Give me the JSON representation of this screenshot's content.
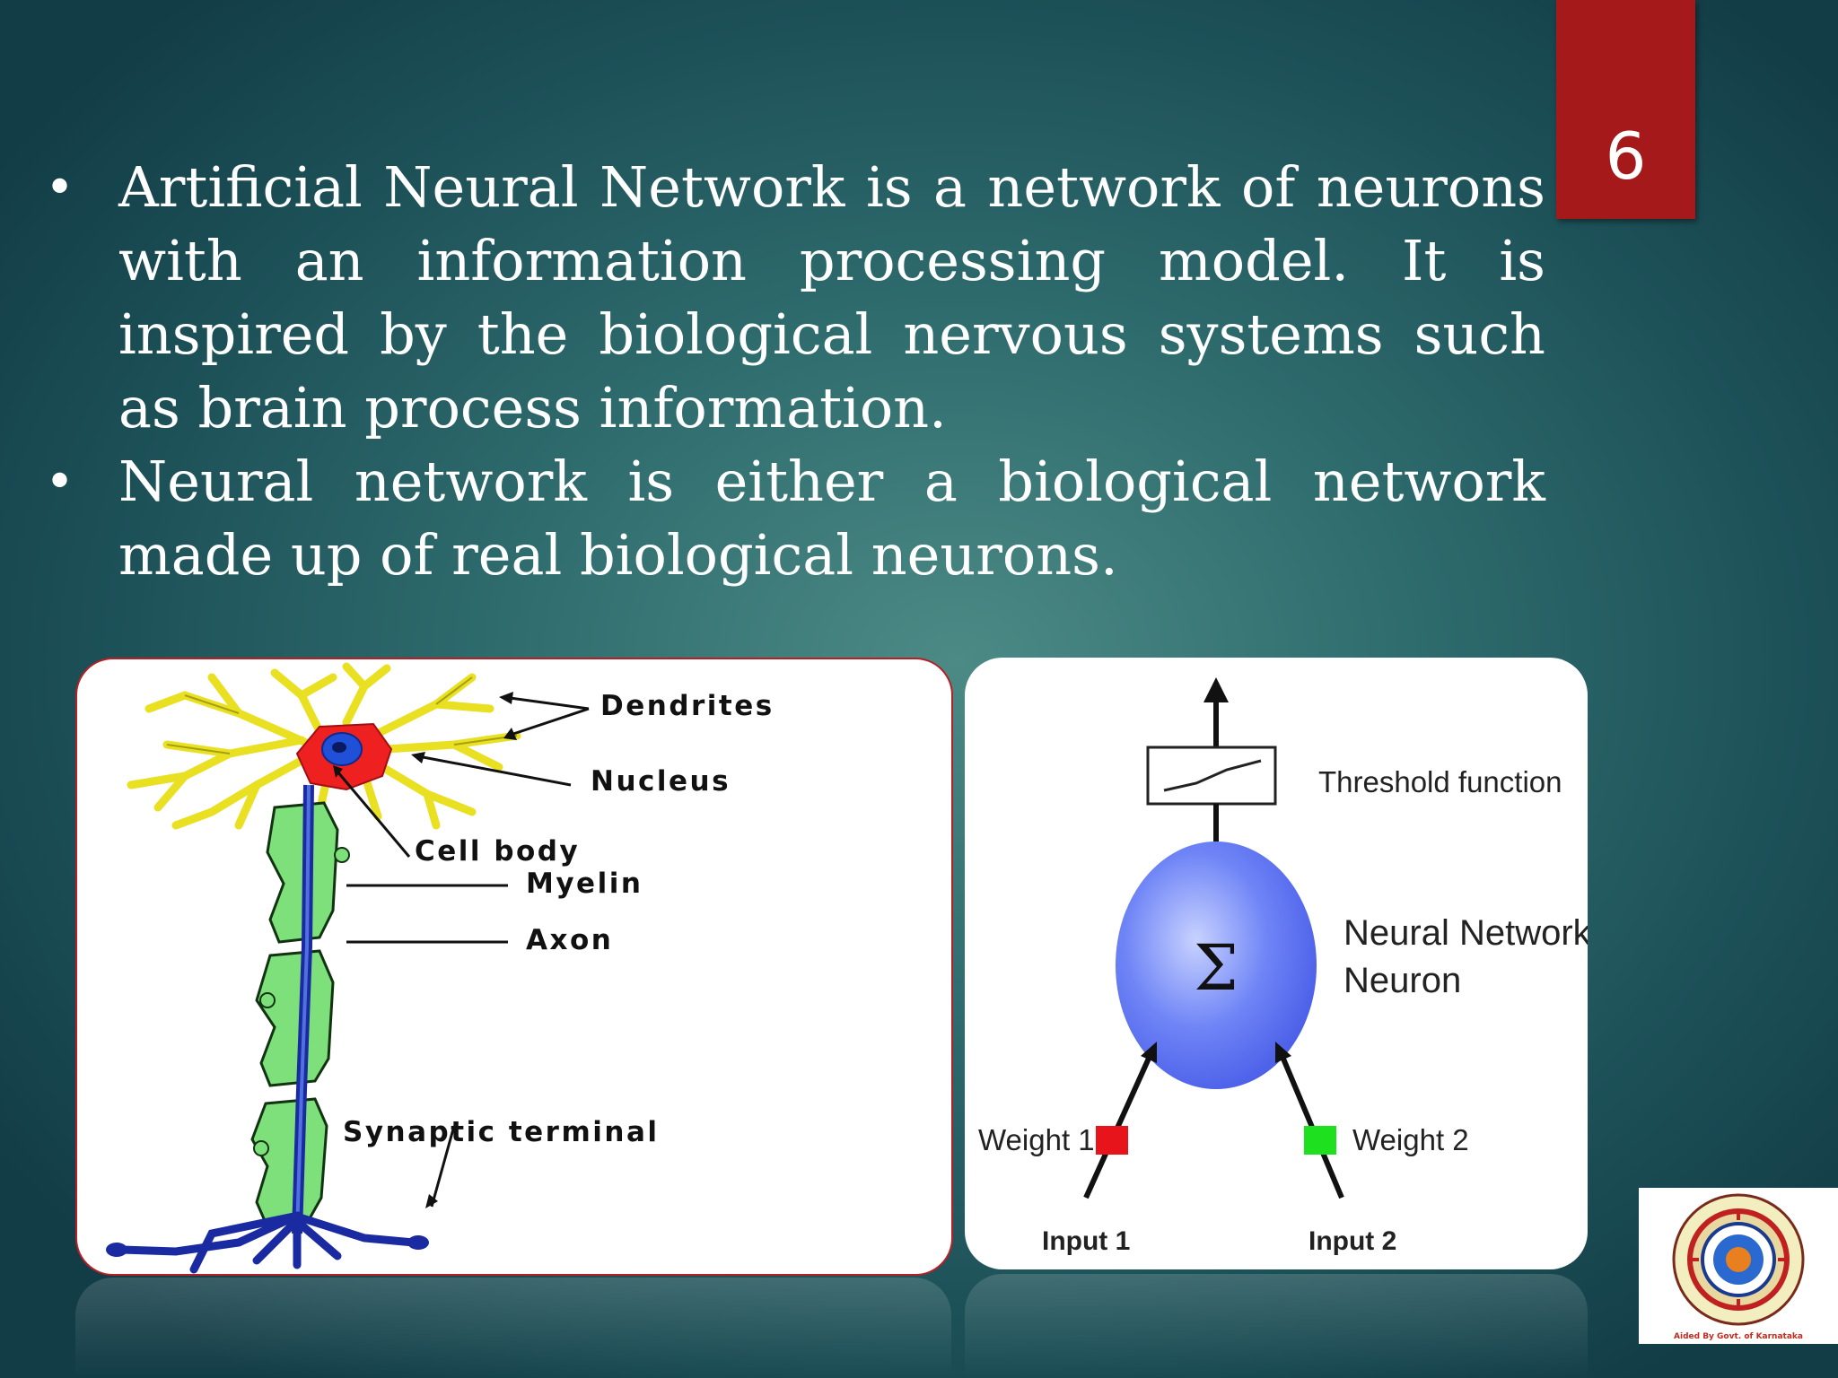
{
  "slide": {
    "page_number": "6",
    "bullets": [
      {
        "text": "Artificial Neural Network is a network of neurons with an information processing model. It is inspired by the biological nervous systems such as brain process information."
      },
      {
        "text": "Neural network is either a biological network made up of real biological neurons."
      }
    ]
  },
  "neuron_diagram": {
    "labels": {
      "dendrites": "Dendrites",
      "nucleus": "Nucleus",
      "cell_body": "Cell body",
      "myelin": "Myelin",
      "axon": "Axon",
      "synaptic_terminal": "Synaptic terminal"
    }
  },
  "ann_diagram": {
    "threshold_label": "Threshold function",
    "neuron_label_line1": "Neural Network",
    "neuron_label_line2": "Neuron",
    "sum_symbol": "Σ",
    "weight1_label": "Weight 1",
    "weight2_label": "Weight 2",
    "input1_label": "Input 1",
    "input2_label": "Input 2",
    "colors": {
      "neuron_fill": "#5a72f0",
      "weight1": "#e8141c",
      "weight2": "#1ee01e"
    }
  },
  "logo": {
    "caption": "Aided By Govt. of Karnataka"
  },
  "theme": {
    "badge_color": "#a5191b",
    "background": "#2e6b6d"
  }
}
